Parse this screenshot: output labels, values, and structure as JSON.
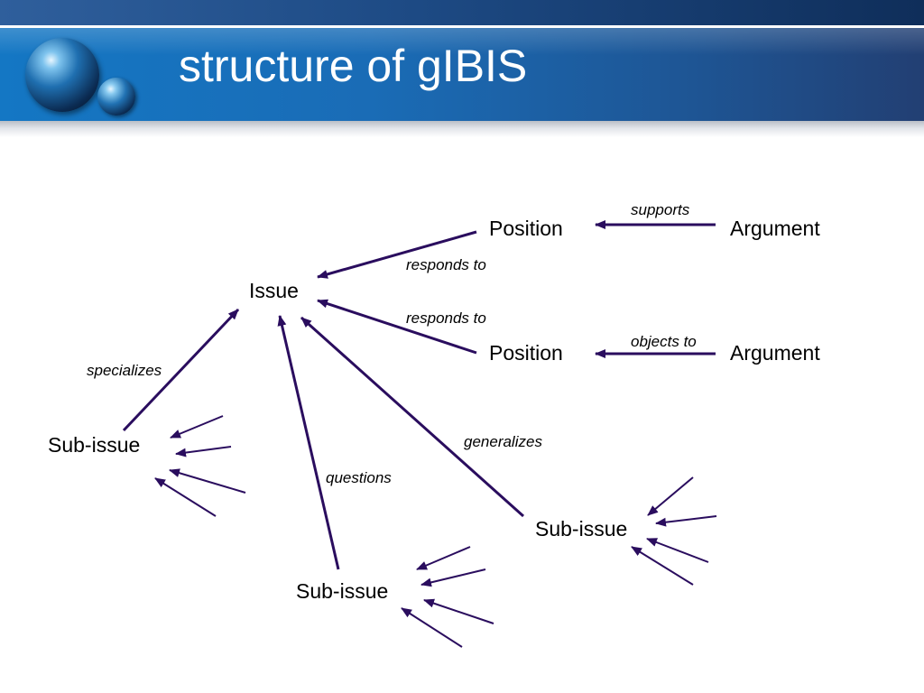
{
  "slide": {
    "title": "structure of gIBIS",
    "logo_icon": "globe-icon"
  },
  "diagram": {
    "nodes": {
      "issue": "Issue",
      "position_top": "Position",
      "position_bottom": "Position",
      "argument_top": "Argument",
      "argument_bottom": "Argument",
      "subissue_left": "Sub-issue",
      "subissue_bottom": "Sub-issue",
      "subissue_right": "Sub-issue"
    },
    "edge_labels": {
      "supports": "supports",
      "objects_to": "objects to",
      "responds_to_top": "responds to",
      "responds_to_bottom": "responds to",
      "specializes": "specializes",
      "questions": "questions",
      "generalizes": "generalizes"
    },
    "colors": {
      "arrow": "#2a0d5e",
      "header_blue": "#1a6cb6",
      "header_dark": "#0f2e5a"
    }
  }
}
